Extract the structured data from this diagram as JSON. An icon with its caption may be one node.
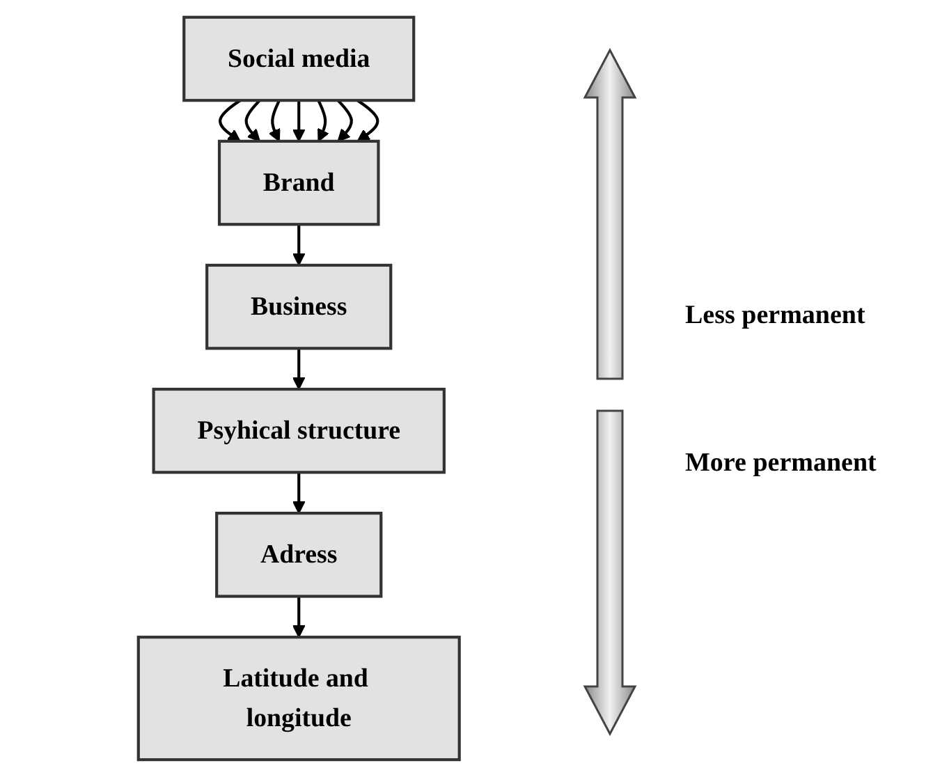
{
  "diagram": {
    "nodes": [
      {
        "text": [
          "Social media"
        ]
      },
      {
        "text": [
          "Brand"
        ]
      },
      {
        "text": [
          "Business"
        ]
      },
      {
        "text": [
          "Psyhical structure"
        ]
      },
      {
        "text": [
          "Adress"
        ]
      },
      {
        "text": [
          "Latitude and longitude"
        ]
      }
    ],
    "edges": [
      {
        "from": 0,
        "to": 1,
        "arrow": "to"
      },
      {
        "from": 0,
        "to": 1,
        "arrow": "to"
      },
      {
        "from": 0,
        "to": 1,
        "arrow": "to"
      },
      {
        "from": 0,
        "to": 1,
        "arrow": "to"
      },
      {
        "from": 0,
        "to": 1,
        "arrow": "to"
      },
      {
        "from": 0,
        "to": 1,
        "arrow": "to"
      },
      {
        "from": 0,
        "to": 1,
        "arrow": "to"
      },
      {
        "from": 1,
        "to": 2,
        "arrow": "to"
      },
      {
        "from": 2,
        "to": 3,
        "arrow": "to"
      },
      {
        "from": 3,
        "to": 4,
        "arrow": "to"
      },
      {
        "from": 4,
        "to": 5,
        "arrow": "to"
      }
    ],
    "labels": [
      "Less permanent",
      "More permanent"
    ]
  }
}
